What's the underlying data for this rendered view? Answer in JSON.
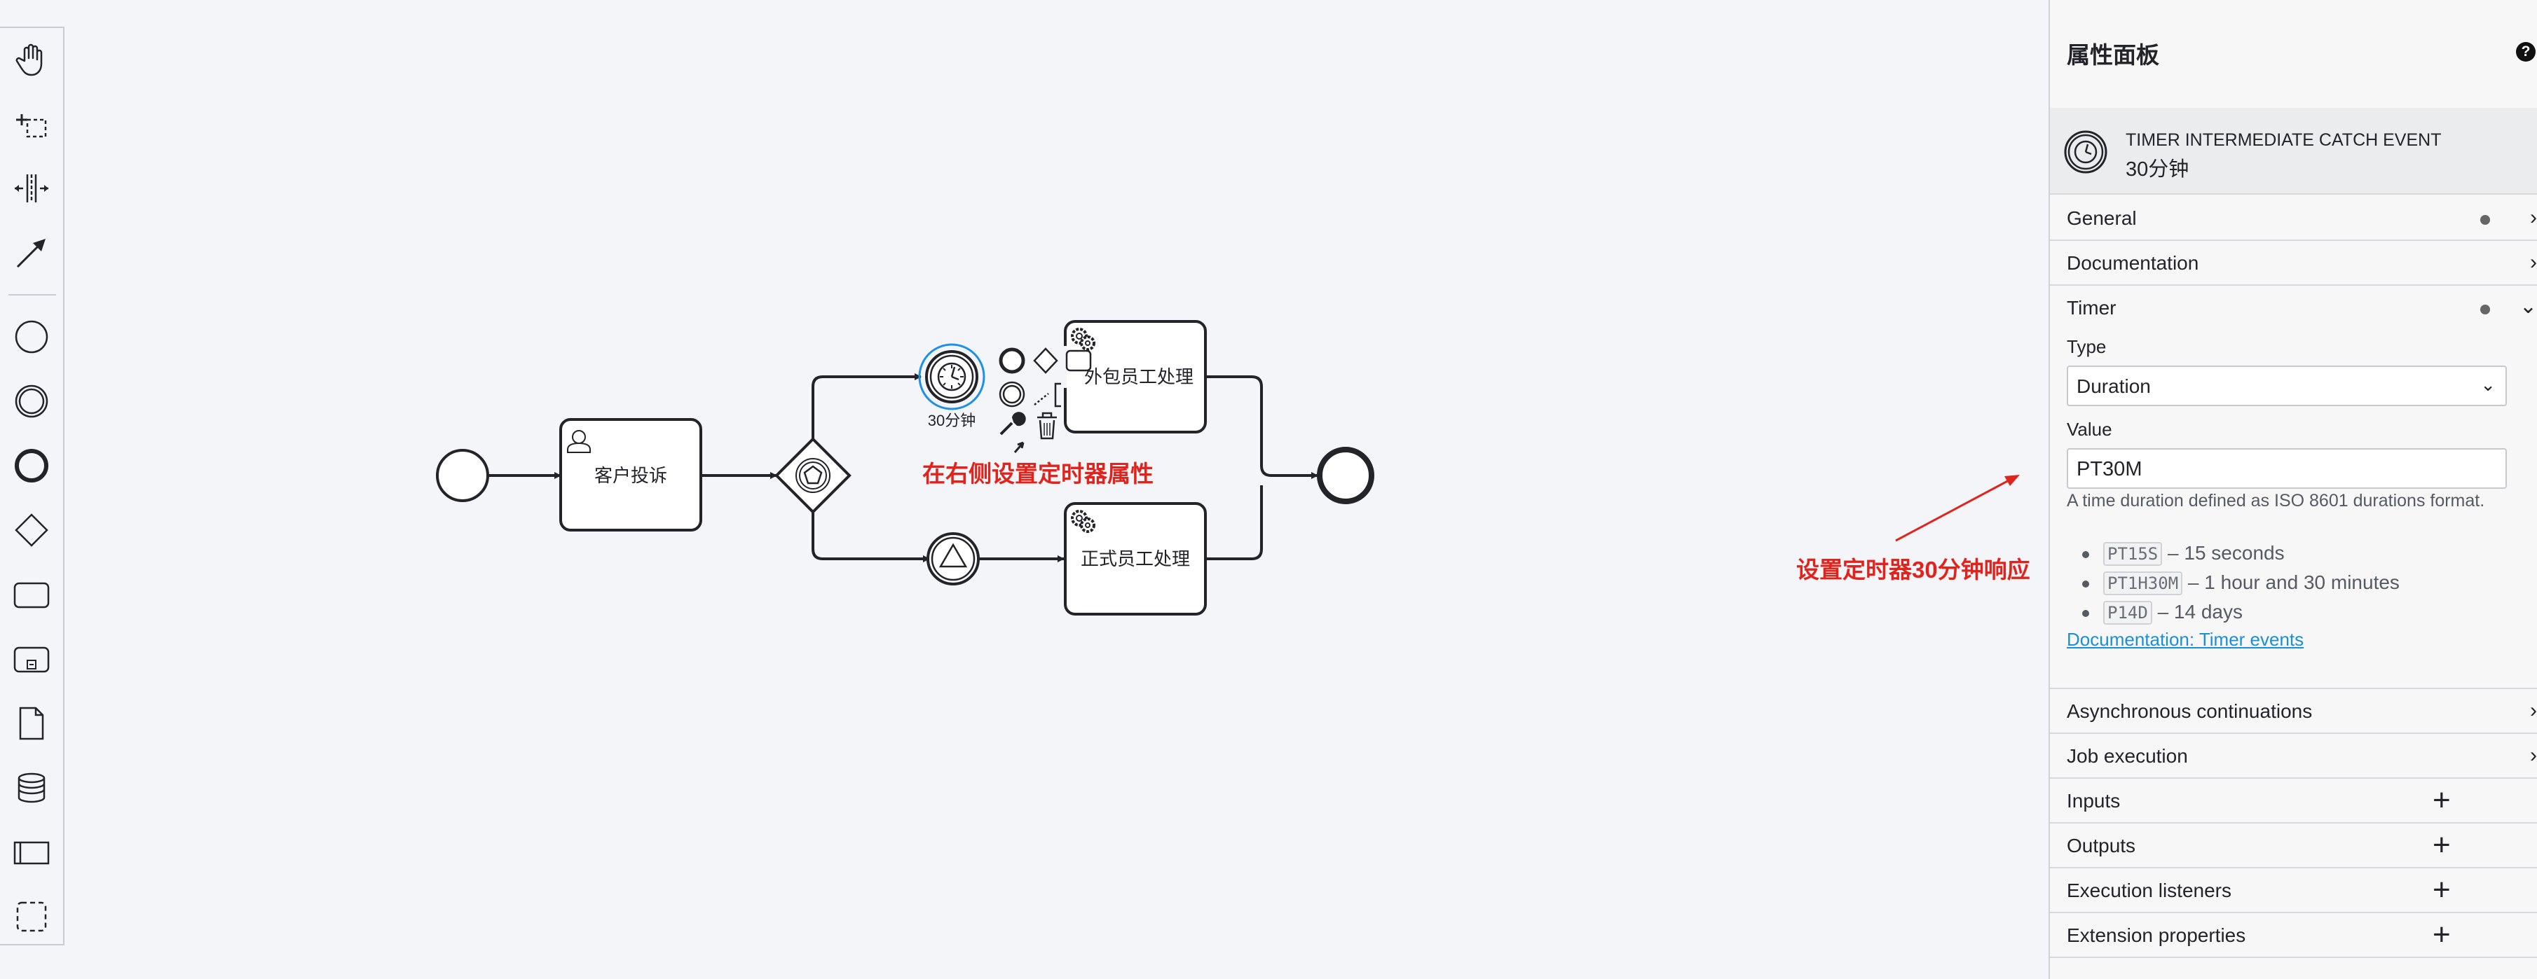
{
  "palette": {
    "tools": [
      {
        "icon": "hand-tool-icon"
      },
      {
        "icon": "lasso-tool-icon"
      },
      {
        "icon": "space-tool-icon"
      },
      {
        "icon": "global-connect-tool-icon"
      },
      {
        "icon": "start-event-icon"
      },
      {
        "icon": "intermediate-event-icon"
      },
      {
        "icon": "end-event-icon"
      },
      {
        "icon": "gateway-icon"
      },
      {
        "icon": "task-icon"
      },
      {
        "icon": "subprocess-icon"
      },
      {
        "icon": "data-object-icon"
      },
      {
        "icon": "data-store-icon"
      },
      {
        "icon": "pool-icon"
      },
      {
        "icon": "group-icon"
      }
    ]
  },
  "diagram": {
    "task_complaint": "客户投诉",
    "task_outsource": "外包员工处理",
    "task_regular": "正式员工处理",
    "timer_label": "30分钟",
    "annotation_canvas": "在右侧设置定时器属性",
    "annotation_panel": "设置定时器30分钟响应",
    "colors": {
      "selected": "#1e90e6",
      "annotation": "#e0241d"
    }
  },
  "panel": {
    "title": "属性面板",
    "help": "?",
    "element_type": "TIMER INTERMEDIATE CATCH EVENT",
    "element_name": "30分钟",
    "groups": {
      "general": "General",
      "documentation": "Documentation",
      "timer": "Timer",
      "async": "Asynchronous continuations",
      "job": "Job execution",
      "inputs": "Inputs",
      "outputs": "Outputs",
      "exec_listeners": "Execution listeners",
      "ext_props": "Extension properties"
    },
    "timer": {
      "type_label": "Type",
      "type_value": "Duration",
      "value_label": "Value",
      "value": "PT30M",
      "description": "A time duration defined as ISO 8601 durations format.",
      "examples": [
        {
          "code": "PT15S",
          "text": " – 15 seconds"
        },
        {
          "code": "PT1H30M",
          "text": " – 1 hour and 30 minutes"
        },
        {
          "code": "P14D",
          "text": " – 14 days"
        }
      ],
      "doc_link": "Documentation: Timer events"
    }
  }
}
